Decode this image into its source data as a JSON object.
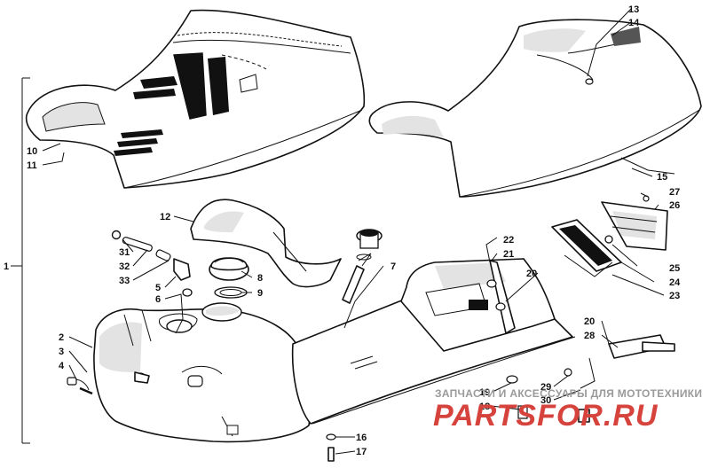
{
  "callouts": [
    {
      "id": "1",
      "text": "1"
    },
    {
      "id": "2",
      "text": "2"
    },
    {
      "id": "3",
      "text": "3"
    },
    {
      "id": "4",
      "text": "4"
    },
    {
      "id": "5",
      "text": "5"
    },
    {
      "id": "6",
      "text": "6"
    },
    {
      "id": "7",
      "text": "7"
    },
    {
      "id": "8",
      "text": "8"
    },
    {
      "id": "9",
      "text": "9"
    },
    {
      "id": "10",
      "text": "10"
    },
    {
      "id": "11",
      "text": "11"
    },
    {
      "id": "12",
      "text": "12"
    },
    {
      "id": "13",
      "text": "13"
    },
    {
      "id": "14",
      "text": "14"
    },
    {
      "id": "15",
      "text": "15"
    },
    {
      "id": "16",
      "text": "16"
    },
    {
      "id": "17",
      "text": "17"
    },
    {
      "id": "18",
      "text": "18"
    },
    {
      "id": "19",
      "text": "19"
    },
    {
      "id": "20a",
      "text": "20"
    },
    {
      "id": "20b",
      "text": "20"
    },
    {
      "id": "21",
      "text": "21"
    },
    {
      "id": "22",
      "text": "22"
    },
    {
      "id": "23",
      "text": "23"
    },
    {
      "id": "24",
      "text": "24"
    },
    {
      "id": "25",
      "text": "25"
    },
    {
      "id": "26",
      "text": "26"
    },
    {
      "id": "27",
      "text": "27"
    },
    {
      "id": "28",
      "text": "28"
    },
    {
      "id": "29",
      "text": "29"
    },
    {
      "id": "30",
      "text": "30"
    },
    {
      "id": "31",
      "text": "31"
    },
    {
      "id": "32",
      "text": "32"
    },
    {
      "id": "33",
      "text": "33"
    }
  ],
  "watermark": {
    "caption": "ЗАПЧАСТИ И АКСЕССУАРЫ ДЛЯ МОТОТЕХНИКИ",
    "logo": "PARTSFOR.RU"
  }
}
